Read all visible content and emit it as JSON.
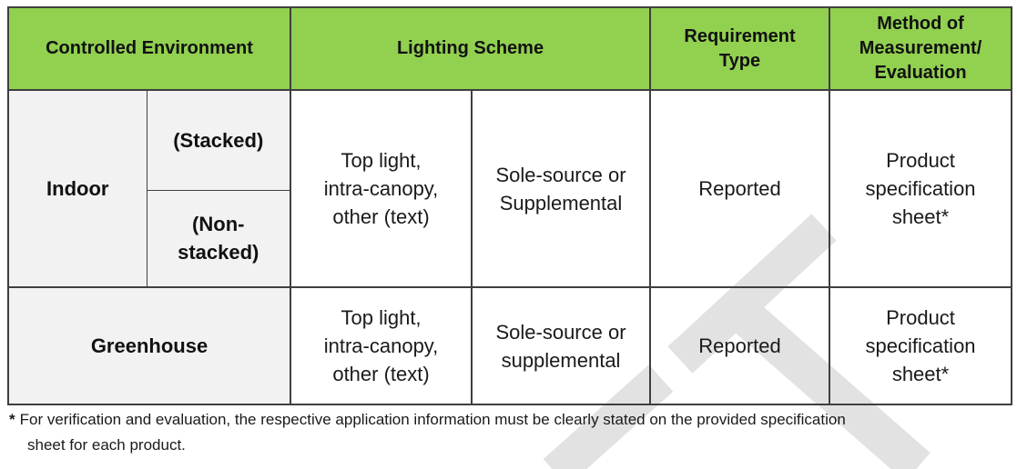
{
  "colors": {
    "header_bg": "#92d050",
    "label_bg": "#f2f2f2",
    "border": "#3f3f3f",
    "text": "#1a1a1a",
    "watermark": "#e2e2e2"
  },
  "table": {
    "headers": {
      "controlled_environment": "Controlled Environment",
      "lighting_scheme": "Lighting Scheme",
      "requirement_type": "Requirement\nType",
      "method": "Method of\nMeasurement/\nEvaluation"
    },
    "indoor": {
      "label": "Indoor",
      "stacked": "(Stacked)",
      "nonstacked": "(Non-\nstacked)",
      "lighting": "Top light,\nintra-canopy,\nother (text)",
      "source": "Sole-source or\nSupplemental",
      "requirement": "Reported",
      "method": "Product\nspecification\nsheet*"
    },
    "greenhouse": {
      "label": "Greenhouse",
      "lighting": "Top light,\nintra-canopy,\nother (text)",
      "source": "Sole-source or\nsupplemental",
      "requirement": "Reported",
      "method": "Product\nspecification\nsheet*"
    }
  },
  "footnote": {
    "marker": "*",
    "text": "For verification and evaluation, the respective application information must be clearly stated on the provided specification\nsheet for each product."
  }
}
